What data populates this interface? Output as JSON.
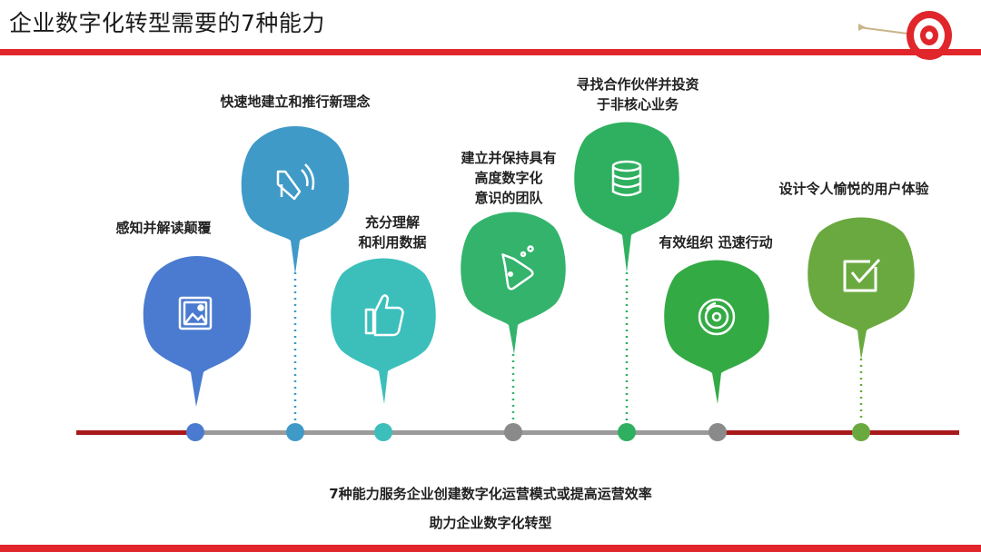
{
  "title": "企业数字化转型需要的7种能力",
  "abilities": [
    {
      "label": "感知并解读颠覆",
      "icon": "image-icon",
      "color": "#4a7bd0"
    },
    {
      "label": "快速地建立和推行新理念",
      "icon": "megaphone-icon",
      "color": "#3f9ac8"
    },
    {
      "label": "充分理解\n和利用数据",
      "icon": "thumbs-up-icon",
      "color": "#3cbfbb"
    },
    {
      "label": "建立并保持具有\n高度数字化\n意识的团队",
      "icon": "flask-icon",
      "color": "#33b36c"
    },
    {
      "label": "寻找合作伙伴并投资\n于非核心业务",
      "icon": "database-icon",
      "color": "#2fb060"
    },
    {
      "label": "有效组织 迅速行动",
      "icon": "disc-icon",
      "color": "#34aa44"
    },
    {
      "label": "设计令人愉悦的用户体验",
      "icon": "checkbox-icon",
      "color": "#6aa93f"
    }
  ],
  "summary": {
    "line1": "7种能力服务企业创建数字化运营模式或提高运营效率",
    "line2": "助力企业数字化转型"
  }
}
